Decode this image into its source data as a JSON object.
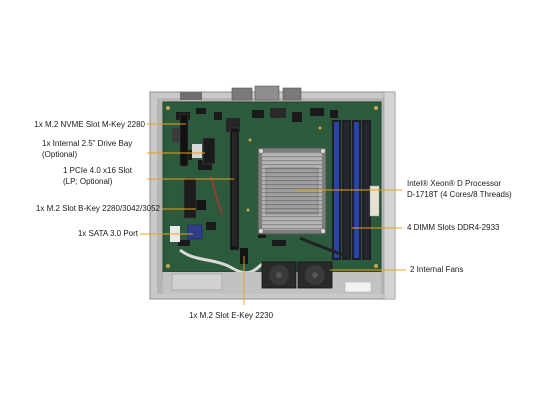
{
  "colors": {
    "chassis": "#c9c9c9",
    "pcb": "#2c5a3c",
    "heatsink": "#a8a8a8",
    "dimm_blue": "#2a43a8",
    "dimm_dark": "#1e1e24",
    "leader": "#e8a020"
  },
  "callouts": [
    {
      "id": "m2-nvme",
      "lines": [
        "1x M.2 NVME Slot M-Key 2280"
      ]
    },
    {
      "id": "drive-bay",
      "lines": [
        "1x Internal 2.5” Drive Bay",
        "(Optional)"
      ]
    },
    {
      "id": "pcie",
      "lines": [
        "1 PCIe 4.0 x16 Slot",
        "(LP; Optional)"
      ]
    },
    {
      "id": "m2-bkey",
      "lines": [
        "1x M.2 Slot B-Key 2280/3042/3052"
      ]
    },
    {
      "id": "sata",
      "lines": [
        "1x SATA 3.0 Port"
      ]
    },
    {
      "id": "cpu",
      "lines": [
        "Intel® Xeon® D Processor",
        "D-1718T (4 Cores/8 Threads)"
      ]
    },
    {
      "id": "dimm",
      "lines": [
        "4 DIMM Slots DDR4-2933"
      ]
    },
    {
      "id": "fans",
      "lines": [
        "2 Internal Fans"
      ]
    },
    {
      "id": "m2-ekey",
      "lines": [
        "1x M.2 Slot E-Key 2230"
      ]
    }
  ]
}
